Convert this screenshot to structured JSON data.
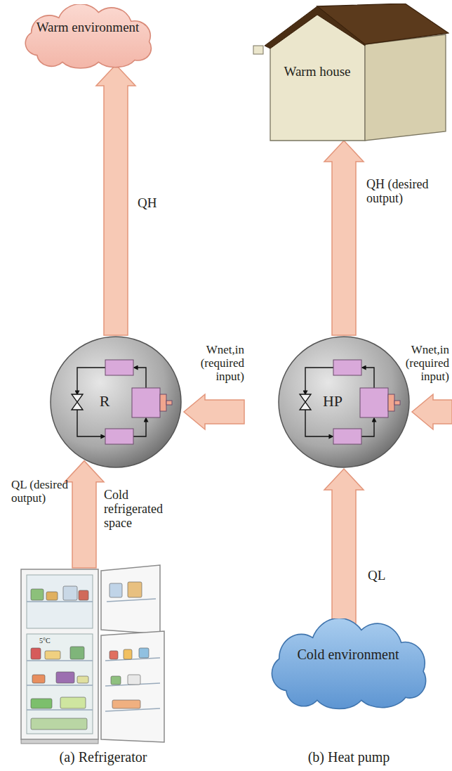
{
  "diagram": {
    "nodes": [
      {
        "text": [
          "Warm environment"
        ]
      },
      {
        "text": [
          "R"
        ]
      },
      {
        "text": [
          "Cold refrigerated space"
        ]
      },
      {
        "text": [
          "Warm house"
        ]
      },
      {
        "text": [
          "HP"
        ]
      },
      {
        "text": [
          "Cold environment"
        ]
      }
    ],
    "edges": [
      {
        "from": 1,
        "to": 0,
        "arrow": "to",
        "label": "QH"
      },
      {
        "from": 2,
        "to": 1,
        "arrow": "to",
        "label": "QL (desired output)"
      },
      {
        "from": 4,
        "to": 3,
        "arrow": "to",
        "label": "QH (desired output)"
      },
      {
        "from": 5,
        "to": 4,
        "arrow": "to",
        "label": "QL"
      }
    ],
    "labels": [
      "Wnet,in (required input)",
      "Wnet,in (required input)",
      "5°C",
      "(a) Refrigerator",
      "(b) Heat pump"
    ]
  }
}
